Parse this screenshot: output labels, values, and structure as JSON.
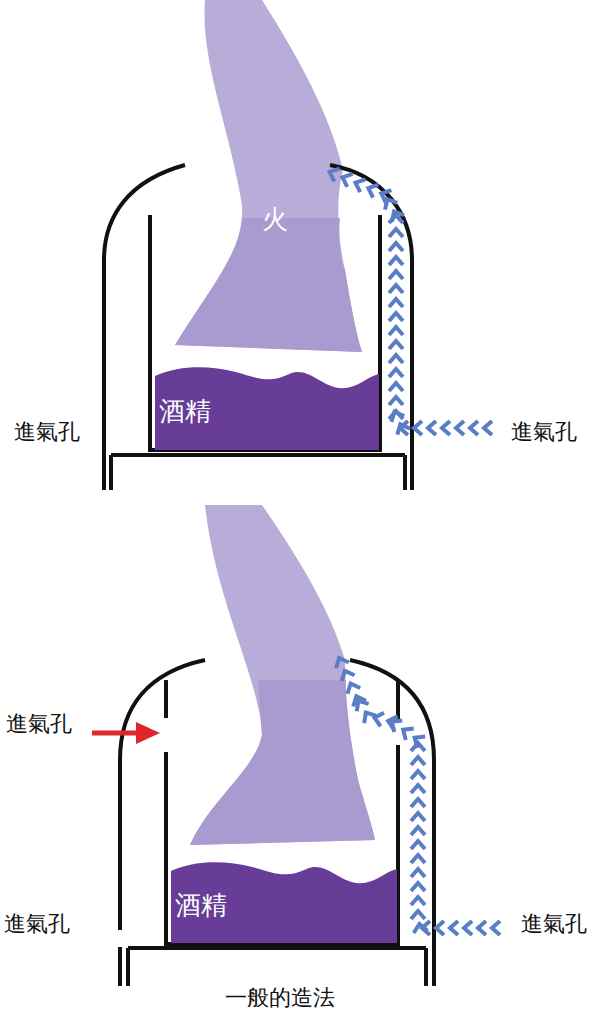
{
  "diagram": {
    "caption": "一般的造法",
    "nodes": [
      {
        "text": [
          "火"
        ]
      },
      {
        "text": [
          "酒精"
        ]
      },
      {
        "text": [
          "酒精"
        ]
      }
    ],
    "labels": [
      "進氣孔",
      "進氣孔",
      "進氣孔",
      "進氣孔",
      "進氣孔"
    ]
  }
}
